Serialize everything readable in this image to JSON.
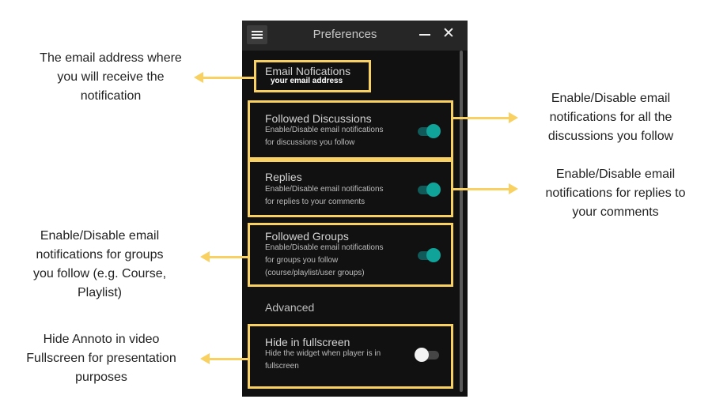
{
  "window": {
    "title": "Preferences",
    "menu_icon": "hamburger-icon",
    "minimize_icon": "minimize-icon",
    "close_icon": "close-icon",
    "close_glyph": "✕"
  },
  "email": {
    "title": "Email Nofications",
    "address": "your email address"
  },
  "settings": [
    {
      "title": "Followed Discussions",
      "desc_lines": [
        "Enable/Disable email notifications",
        "for discussions you follow"
      ],
      "enabled": true
    },
    {
      "title": "Replies",
      "desc_lines": [
        "Enable/Disable email notifications",
        "for replies to your comments"
      ],
      "enabled": true
    },
    {
      "title": "Followed Groups",
      "desc_lines": [
        "Enable/Disable email notifications",
        "for groups you follow",
        "(course/playlist/user groups)"
      ],
      "enabled": true
    }
  ],
  "advanced": {
    "label": "Advanced",
    "title": "Hide in fullscreen",
    "desc_lines": [
      "Hide the widget when player is in",
      "fullscreen"
    ],
    "enabled": false
  },
  "annotations": {
    "email": [
      "The email address where",
      "you will receive the",
      "notification"
    ],
    "discussions": [
      "Enable/Disable email",
      "notifications for all the",
      "discussions you follow"
    ],
    "replies": [
      "Enable/Disable email",
      "notifications for replies to",
      "your comments"
    ],
    "groups": [
      "Enable/Disable email",
      "notifications for groups",
      "you follow (e.g. Course,",
      "Playlist)"
    ],
    "fullscreen": [
      "Hide Annoto in video",
      "Fullscreen for presentation",
      "purposes"
    ]
  },
  "colors": {
    "highlight": "#f8d162",
    "toggle_on": "#0fa39a",
    "panel_bg": "#111111"
  }
}
